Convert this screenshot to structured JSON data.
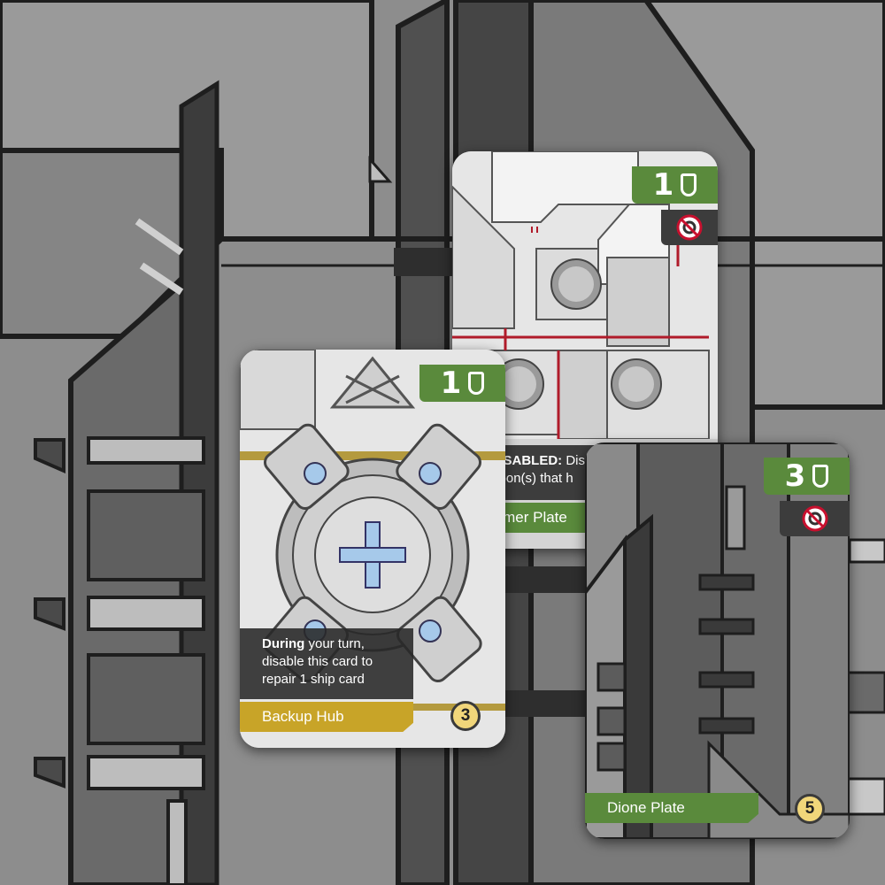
{
  "cards": {
    "backup_hub": {
      "cost": "1",
      "text_bold": "During",
      "text_rest": " your turn, disable this card to repair 1 ship card",
      "name": "Backup Hub",
      "value": "3"
    },
    "jammer_plate": {
      "cost": "1",
      "text_bold": "IF DISABLED:",
      "text_line1_rest": " Dis",
      "text_line2": "weapon(s) that h",
      "name": "Jammer Plate"
    },
    "dione_plate": {
      "cost": "3",
      "name": "Dione Plate",
      "value": "5"
    }
  },
  "colors": {
    "green": "#5a8a3c",
    "gold": "#c8a428",
    "coin": "#f1d67a",
    "disabled_red": "#c8102e"
  },
  "icons": [
    "shield-icon",
    "disabled-gear-icon"
  ]
}
